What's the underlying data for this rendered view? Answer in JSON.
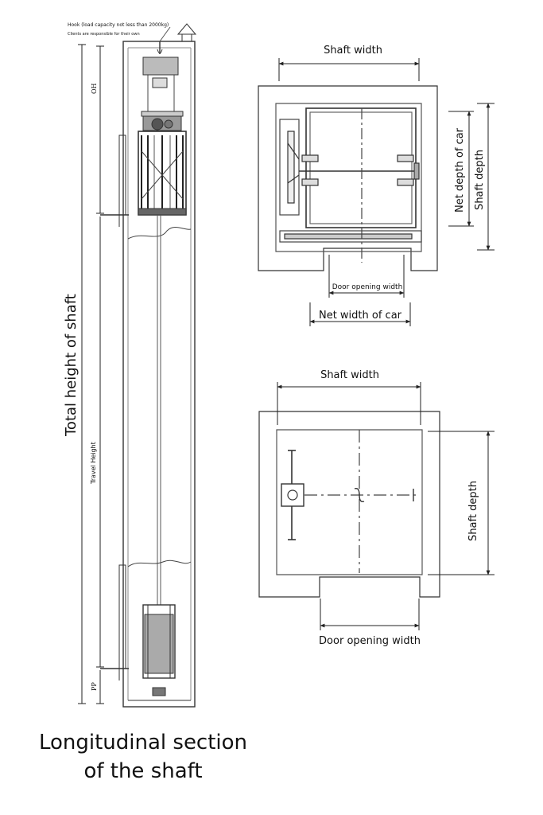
{
  "section": {
    "hook_note": "Hook (load capacity not less than 2000kg)",
    "clients_note": "Clients are responsible for their own",
    "oh_label": "OH",
    "pp_label": "PP",
    "travel_label": "Travel Height",
    "total_label": "Total height of shaft"
  },
  "top_plan": {
    "shaft_width": "Shaft width",
    "net_depth": "Net depth of car",
    "shaft_depth": "Shaft depth",
    "door_opening": "Door opening width",
    "net_width": "Net width of car"
  },
  "bottom_plan": {
    "shaft_width": "Shaft width",
    "shaft_depth": "Shaft depth",
    "door_opening": "Door opening width"
  },
  "caption": {
    "line1": "Longitudinal section",
    "line2": "of the shaft"
  }
}
